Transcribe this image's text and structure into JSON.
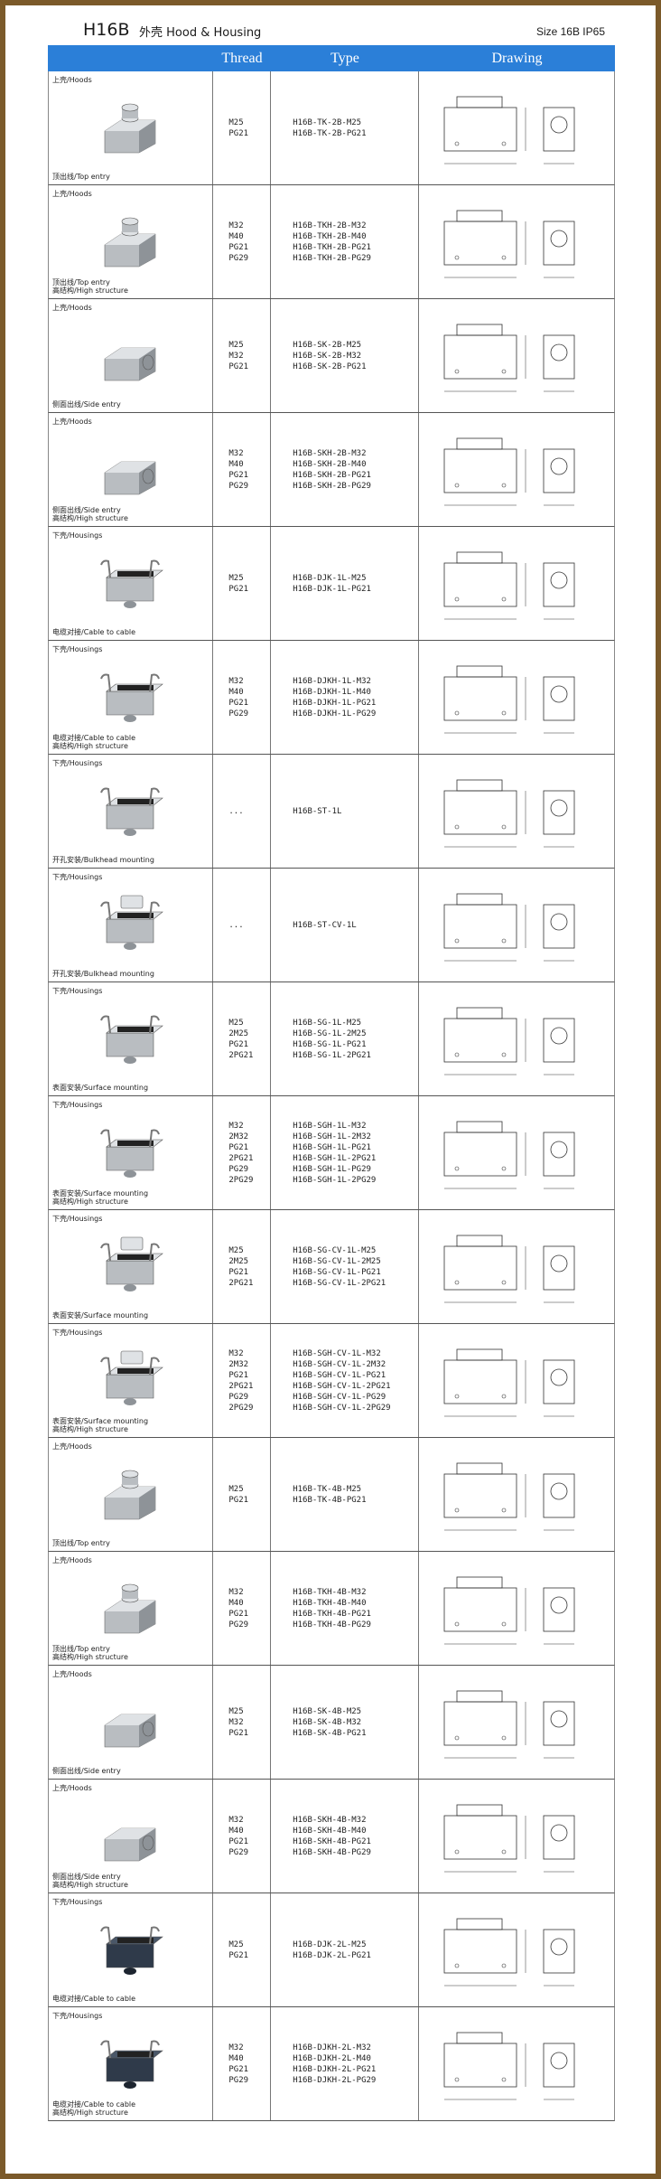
{
  "header": {
    "model": "H16B",
    "title": "外壳 Hood & Housing",
    "size": "Size 16B IP65"
  },
  "columns": {
    "thread": "Thread",
    "type": "Type",
    "drawing": "Drawing"
  },
  "rows": [
    {
      "category": "上壳/Hoods",
      "desc": [
        "顶出线/Top entry"
      ],
      "threads": [
        "M25",
        "PG21"
      ],
      "types": [
        "H16B-TK-2B-M25",
        "H16B-TK-2B-PG21"
      ],
      "kind": "hood-top"
    },
    {
      "category": "上壳/Hoods",
      "desc": [
        "顶出线/Top entry",
        "高结构/High structure"
      ],
      "threads": [
        "M32",
        "M40",
        "PG21",
        "PG29"
      ],
      "types": [
        "H16B-TKH-2B-M32",
        "H16B-TKH-2B-M40",
        "H16B-TKH-2B-PG21",
        "H16B-TKH-2B-PG29"
      ],
      "kind": "hood-top-high"
    },
    {
      "category": "上壳/Hoods",
      "desc": [
        "侧面出线/Side entry"
      ],
      "threads": [
        "M25",
        "M32",
        "PG21"
      ],
      "types": [
        "H16B-SK-2B-M25",
        "H16B-SK-2B-M32",
        "H16B-SK-2B-PG21"
      ],
      "kind": "hood-side"
    },
    {
      "category": "上壳/Hoods",
      "desc": [
        "侧面出线/Side entry",
        "高结构/High structure"
      ],
      "threads": [
        "M32",
        "M40",
        "PG21",
        "PG29"
      ],
      "types": [
        "H16B-SKH-2B-M32",
        "H16B-SKH-2B-M40",
        "H16B-SKH-2B-PG21",
        "H16B-SKH-2B-PG29"
      ],
      "kind": "hood-side-high"
    },
    {
      "category": "下壳/Housings",
      "desc": [
        "电缆对接/Cable to cable"
      ],
      "threads": [
        "M25",
        "PG21"
      ],
      "types": [
        "H16B-DJK-1L-M25",
        "H16B-DJK-1L-PG21"
      ],
      "kind": "housing-cable"
    },
    {
      "category": "下壳/Housings",
      "desc": [
        "电缆对接/Cable to cable",
        "高结构/High structure"
      ],
      "threads": [
        "M32",
        "M40",
        "PG21",
        "PG29"
      ],
      "types": [
        "H16B-DJKH-1L-M32",
        "H16B-DJKH-1L-M40",
        "H16B-DJKH-1L-PG21",
        "H16B-DJKH-1L-PG29"
      ],
      "kind": "housing-cable-high"
    },
    {
      "category": "下壳/Housings",
      "desc": [
        "开孔安装/Bulkhead mounting"
      ],
      "threads": [
        "..."
      ],
      "types": [
        "H16B-ST-1L"
      ],
      "kind": "bulkhead"
    },
    {
      "category": "下壳/Housings",
      "desc": [
        "开孔安装/Bulkhead mounting"
      ],
      "threads": [
        "..."
      ],
      "types": [
        "H16B-ST-CV-1L"
      ],
      "kind": "bulkhead-cover"
    },
    {
      "category": "下壳/Housings",
      "desc": [
        "表面安装/Surface mounting"
      ],
      "threads": [
        "M25",
        "2M25",
        "PG21",
        "2PG21"
      ],
      "types": [
        "H16B-SG-1L-M25",
        "H16B-SG-1L-2M25",
        "H16B-SG-1L-PG21",
        "H16B-SG-1L-2PG21"
      ],
      "kind": "surface"
    },
    {
      "category": "下壳/Housings",
      "desc": [
        "表面安装/Surface mounting",
        "高结构/High structure"
      ],
      "threads": [
        "M32",
        "2M32",
        "PG21",
        "2PG21",
        "PG29",
        "2PG29"
      ],
      "types": [
        "H16B-SGH-1L-M32",
        "H16B-SGH-1L-2M32",
        "H16B-SGH-1L-PG21",
        "H16B-SGH-1L-2PG21",
        "H16B-SGH-1L-PG29",
        "H16B-SGH-1L-2PG29"
      ],
      "kind": "surface-high"
    },
    {
      "category": "下壳/Housings",
      "desc": [
        "表面安装/Surface mounting"
      ],
      "threads": [
        "M25",
        "2M25",
        "PG21",
        "2PG21"
      ],
      "types": [
        "H16B-SG-CV-1L-M25",
        "H16B-SG-CV-1L-2M25",
        "H16B-SG-CV-1L-PG21",
        "H16B-SG-CV-1L-2PG21"
      ],
      "kind": "surface-cover"
    },
    {
      "category": "下壳/Housings",
      "desc": [
        "表面安装/Surface mounting",
        "高结构/High structure"
      ],
      "threads": [
        "M32",
        "2M32",
        "PG21",
        "2PG21",
        "PG29",
        "2PG29"
      ],
      "types": [
        "H16B-SGH-CV-1L-M32",
        "H16B-SGH-CV-1L-2M32",
        "H16B-SGH-CV-1L-PG21",
        "H16B-SGH-CV-1L-2PG21",
        "H16B-SGH-CV-1L-PG29",
        "H16B-SGH-CV-1L-2PG29"
      ],
      "kind": "surface-cover-high"
    },
    {
      "category": "上壳/Hoods",
      "desc": [
        "顶出线/Top entry"
      ],
      "threads": [
        "M25",
        "PG21"
      ],
      "types": [
        "H16B-TK-4B-M25",
        "H16B-TK-4B-PG21"
      ],
      "kind": "hood-top"
    },
    {
      "category": "上壳/Hoods",
      "desc": [
        "顶出线/Top entry",
        "高结构/High structure"
      ],
      "threads": [
        "M32",
        "M40",
        "PG21",
        "PG29"
      ],
      "types": [
        "H16B-TKH-4B-M32",
        "H16B-TKH-4B-M40",
        "H16B-TKH-4B-PG21",
        "H16B-TKH-4B-PG29"
      ],
      "kind": "hood-top-high"
    },
    {
      "category": "上壳/Hoods",
      "desc": [
        "侧面出线/Side entry"
      ],
      "threads": [
        "M25",
        "M32",
        "PG21"
      ],
      "types": [
        "H16B-SK-4B-M25",
        "H16B-SK-4B-M32",
        "H16B-SK-4B-PG21"
      ],
      "kind": "hood-side"
    },
    {
      "category": "上壳/Hoods",
      "desc": [
        "侧面出线/Side entry",
        "高结构/High structure"
      ],
      "threads": [
        "M32",
        "M40",
        "PG21",
        "PG29"
      ],
      "types": [
        "H16B-SKH-4B-M32",
        "H16B-SKH-4B-M40",
        "H16B-SKH-4B-PG21",
        "H16B-SKH-4B-PG29"
      ],
      "kind": "hood-side-high"
    },
    {
      "category": "下壳/Housings",
      "desc": [
        "电缆对接/Cable to cable"
      ],
      "threads": [
        "M25",
        "PG21"
      ],
      "types": [
        "H16B-DJK-2L-M25",
        "H16B-DJK-2L-PG21"
      ],
      "kind": "housing-dark"
    },
    {
      "category": "下壳/Housings",
      "desc": [
        "电缆对接/Cable to cable",
        "高结构/High structure"
      ],
      "threads": [
        "M32",
        "M40",
        "PG21",
        "PG29"
      ],
      "types": [
        "H16B-DJKH-2L-M32",
        "H16B-DJKH-2L-M40",
        "H16B-DJKH-2L-PG21",
        "H16B-DJKH-2L-PG29"
      ],
      "kind": "housing-dark-high"
    }
  ]
}
